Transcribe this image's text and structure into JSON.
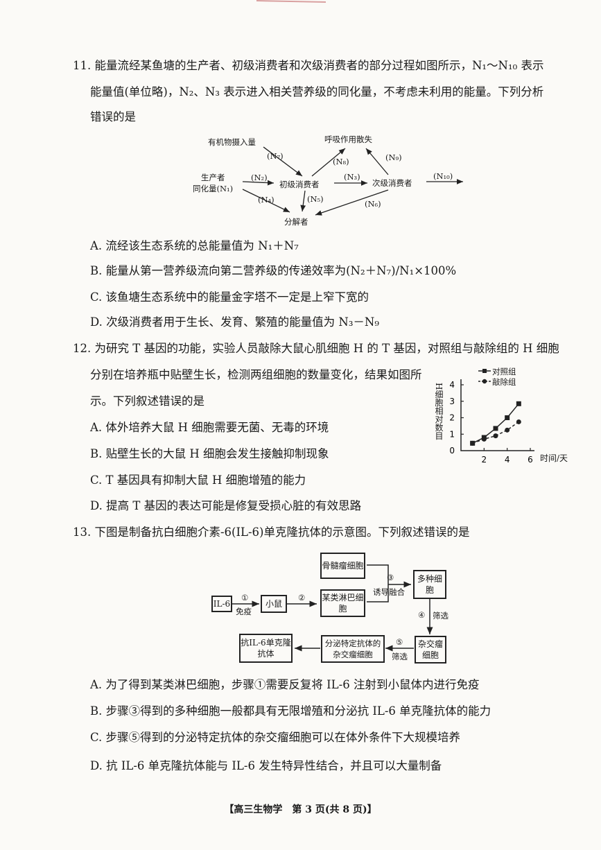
{
  "q11": {
    "line1": "11. 能量流经某鱼塘的生产者、初级消费者和次级消费者的部分过程如图所示，N₁～N₁₀ 表示",
    "line2": "能量值(单位略)，N₂、N₃ 表示进入相关营养级的同化量，不考虑未利用的能量。下列分析",
    "line3": "错误的是",
    "diagram": {
      "organic": "有机物摄入量",
      "respiration": "呼吸作用散失",
      "producer1": "生产者",
      "producer2": "同化量(N₁)",
      "primary": "初级消费者",
      "secondary": "次级消费者",
      "decomposer": "分解者",
      "n2": "(N₂)",
      "n3": "(N₃)",
      "n4": "(N₄)",
      "n5": "(N₅)",
      "n6": "(N₆)",
      "n7": "(N₇)",
      "n8": "(N₈)",
      "n9": "(N₉)",
      "n10": "(N₁₀)"
    },
    "optA": "A. 流经该生态系统的总能量值为 N₁＋N₇",
    "optB": "B. 能量从第一营养级流向第二营养级的传递效率为(N₂＋N₇)/N₁×100%",
    "optC": "C. 该鱼塘生态系统中的能量金字塔不一定是上窄下宽的",
    "optD": "D. 次级消费者用于生长、发育、繁殖的能量值为 N₃－N₉"
  },
  "q12": {
    "line1": "12. 为研究 T 基因的功能，实验人员敲除大鼠心肌细胞 H 的 T 基因，对照组与敲除组的 H 细胞",
    "line2": "分别在培养瓶中贴壁生长，检测两组细胞的数量变化，结果如图所",
    "line3": "示。下列叙述错误的是",
    "optA": "A. 体外培养大鼠 H 细胞需要无菌、无毒的环境",
    "optB": "B. 贴壁生长的大鼠 H 细胞会发生接触抑制现象",
    "optC": "C. T 基因具有抑制大鼠 H 细胞增殖的能力",
    "optD": "D. 提高 T 基因的表达可能是修复受损心脏的有效思路"
  },
  "chart_data": {
    "type": "line",
    "xlabel": "时间/天",
    "ylabel": "H细胞相对数目",
    "xlim": [
      0,
      6
    ],
    "ylim": [
      0,
      4
    ],
    "xticks": [
      "2",
      "4",
      "6"
    ],
    "yticks": [
      "0",
      "1",
      "2",
      "3",
      "4"
    ],
    "legend_position": "top-right",
    "series": [
      {
        "name": "对照组",
        "style": "solid-square",
        "x": [
          1,
          2,
          3,
          4,
          5
        ],
        "values": [
          0.45,
          0.8,
          1.35,
          2.0,
          2.85
        ]
      },
      {
        "name": "敲除组",
        "style": "dashed-circle",
        "x": [
          1,
          2,
          3,
          4,
          5
        ],
        "values": [
          0.45,
          0.7,
          0.9,
          1.25,
          1.75
        ]
      }
    ]
  },
  "q13": {
    "line1": "13. 下图是制备抗白细胞介素-6(IL-6)单克隆抗体的示意图。下列叙述错误的是",
    "flow": {
      "il6": "IL-6",
      "mouse": "小鼠",
      "myeloma": "骨髓瘤细胞",
      "lymph": "某类淋巴细胞",
      "multi": "多种细胞",
      "hybridoma": "杂交瘤细胞",
      "specific": "分泌特定抗体的杂交瘤细胞",
      "antibody": "抗IL-6单克隆抗体",
      "s1": "①",
      "s1b": "免疫",
      "s2": "②",
      "s3": "③",
      "s3b": "诱导融合",
      "s4": "④",
      "s4b": "筛选",
      "s5": "⑤",
      "s5b": "筛选"
    },
    "optA": "A. 为了得到某类淋巴细胞，步骤①需要反复将 IL-6 注射到小鼠体内进行免疫",
    "optB": "B. 步骤③得到的多种细胞一般都具有无限增殖和分泌抗 IL-6 单克隆抗体的能力",
    "optC": "C. 步骤⑤得到的分泌特定抗体的杂交瘤细胞可以在体外条件下大规模培养",
    "optD": "D. 抗 IL-6 单克隆抗体能与 IL-6 发生特异性结合，并且可以大量制备"
  },
  "footer": "【高三生物学　第 3 页(共 8 页)】",
  "colors": {
    "ink": "#1a1a1a",
    "paper": "#fbfaf7",
    "top_mark": "#c94a4a"
  }
}
